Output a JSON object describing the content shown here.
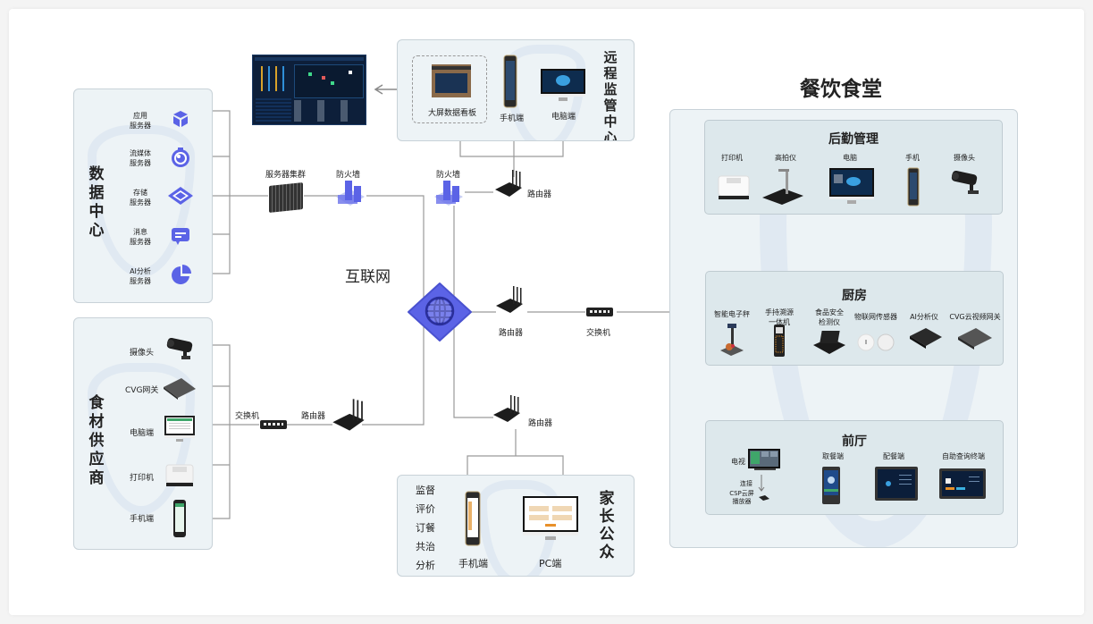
{
  "colors": {
    "accent": "#5b63e6",
    "line": "#9a9a9a",
    "panel": "#edf3f6",
    "subpanel": "#dde8ec"
  },
  "internet": {
    "label": "互联网",
    "icon": "globe-icon"
  },
  "data_center": {
    "title": "数据中心",
    "items": [
      {
        "label": "应用\n服务器",
        "icon": "cube-icon"
      },
      {
        "label": "流媒体\n服务器",
        "icon": "media-ring-icon"
      },
      {
        "label": "存储\n服务器",
        "icon": "storage-diamond-icon"
      },
      {
        "label": "消息\n服务器",
        "icon": "message-icon"
      },
      {
        "label": "AI分析\n服务器",
        "icon": "pie-chart-icon"
      }
    ]
  },
  "supplier": {
    "title": "食材供应商",
    "items": [
      {
        "label": "摄像头",
        "icon": "camera-icon"
      },
      {
        "label": "CVG网关",
        "icon": "gateway-icon"
      },
      {
        "label": "电脑端",
        "icon": "monitor-icon"
      },
      {
        "label": "打印机",
        "icon": "printer-icon"
      },
      {
        "label": "手机端",
        "icon": "phone-icon"
      }
    ]
  },
  "remote_center": {
    "title": "远程监管中心",
    "items": [
      {
        "label": "大屏数据看板",
        "icon": "big-screen-icon"
      },
      {
        "label": "手机端",
        "icon": "phone-icon"
      },
      {
        "label": "电脑端",
        "icon": "monitor-icon"
      }
    ]
  },
  "network": {
    "server_cluster": "服务器集群",
    "firewall_left": "防火墙",
    "firewall_right": "防火墙",
    "router_top": "路由器",
    "router_mid": "路由器",
    "switch_mid": "交换机",
    "router_bottom": "路由器",
    "switch_left": "交换机",
    "router_left": "路由器"
  },
  "parents": {
    "title": "家长公众",
    "functions": [
      "监督",
      "评价",
      "订餐",
      "共治",
      "分析"
    ],
    "devices": [
      {
        "label": "手机端",
        "icon": "phone-icon"
      },
      {
        "label": "PC端",
        "icon": "monitor-icon"
      }
    ]
  },
  "canteen": {
    "title": "餐饮食堂",
    "logistics": {
      "title": "后勤管理",
      "items": [
        {
          "label": "打印机",
          "icon": "printer-icon"
        },
        {
          "label": "高拍仪",
          "icon": "document-camera-icon"
        },
        {
          "label": "电脑",
          "icon": "monitor-icon"
        },
        {
          "label": "手机",
          "icon": "phone-icon"
        },
        {
          "label": "摄像头",
          "icon": "camera-icon"
        }
      ]
    },
    "kitchen": {
      "title": "厨房",
      "items": [
        {
          "label": "智能电子秤",
          "icon": "scale-icon"
        },
        {
          "label": "手持溯源\n一体机",
          "icon": "handheld-icon"
        },
        {
          "label": "食品安全\n检测仪",
          "icon": "detector-case-icon"
        },
        {
          "label": "物联网传感器",
          "icon": "sensor-icon"
        },
        {
          "label": "AI分析仪",
          "icon": "ai-box-icon"
        },
        {
          "label": "CVG云视频网关",
          "icon": "gateway-icon"
        }
      ]
    },
    "front": {
      "title": "前厅",
      "tv_label": "电视",
      "connect_label": "连接",
      "player_label": "CSP云屏\n播放器",
      "items": [
        {
          "label": "取餐端",
          "icon": "kiosk-icon"
        },
        {
          "label": "配餐端",
          "icon": "tablet-icon"
        },
        {
          "label": "自助查询终端",
          "icon": "terminal-icon"
        }
      ]
    }
  }
}
